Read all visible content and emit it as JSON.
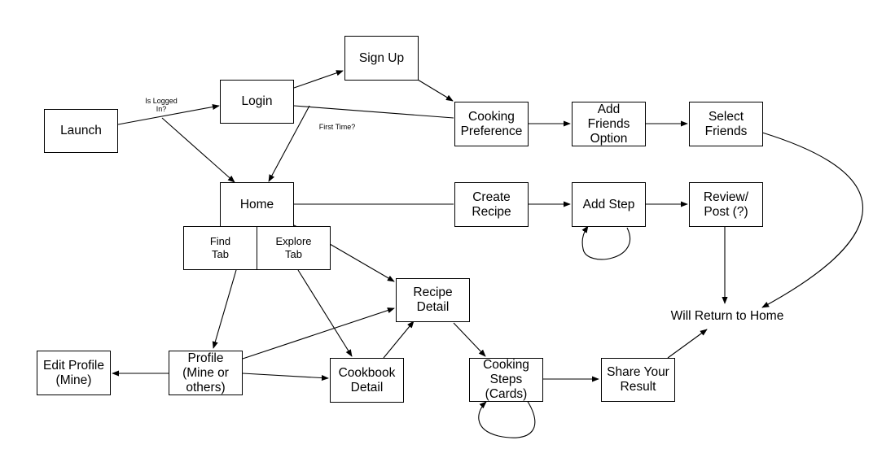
{
  "nodes": {
    "launch": "Launch",
    "login": "Login",
    "signup": "Sign Up",
    "cooking_preference": "Cooking\nPreference",
    "add_friends_option": "Add\nFriends\nOption",
    "select_friends": "Select\nFriends",
    "home": "Home",
    "find_tab": "Find\nTab",
    "explore_tab": "Explore\nTab",
    "create_recipe": "Create\nRecipe",
    "add_step": "Add Step",
    "review_post": "Review/\nPost (?)",
    "recipe_detail": "Recipe\nDetail",
    "edit_profile": "Edit Profile\n(Mine)",
    "profile": "Profile\n(Mine or\nothers)",
    "cookbook_detail": "Cookbook\nDetail",
    "cooking_steps": "Cooking\nSteps\n(Cards)",
    "share_result": "Share Your\nResult"
  },
  "labels": {
    "is_logged_in": "Is Logged\nIn?",
    "first_time": "First Time?",
    "will_return_home": "Will Return to Home"
  },
  "edges": [
    [
      "launch",
      "login"
    ],
    [
      "launch",
      "home"
    ],
    [
      "login",
      "signup"
    ],
    [
      "login",
      "home"
    ],
    [
      "login",
      "cooking_preference"
    ],
    [
      "signup",
      "cooking_preference"
    ],
    [
      "cooking_preference",
      "add_friends_option"
    ],
    [
      "add_friends_option",
      "select_friends"
    ],
    [
      "select_friends",
      "will_return_home"
    ],
    [
      "home",
      "create_recipe"
    ],
    [
      "create_recipe",
      "add_step"
    ],
    [
      "add_step",
      "add_step"
    ],
    [
      "add_step",
      "review_post"
    ],
    [
      "review_post",
      "will_return_home"
    ],
    [
      "home",
      "recipe_detail"
    ],
    [
      "find_tab",
      "profile"
    ],
    [
      "explore_tab",
      "cookbook_detail"
    ],
    [
      "profile",
      "edit_profile"
    ],
    [
      "profile",
      "recipe_detail"
    ],
    [
      "profile",
      "cookbook_detail"
    ],
    [
      "cookbook_detail",
      "recipe_detail"
    ],
    [
      "recipe_detail",
      "cooking_steps"
    ],
    [
      "cooking_steps",
      "cooking_steps"
    ],
    [
      "cooking_steps",
      "share_result"
    ],
    [
      "share_result",
      "will_return_home"
    ]
  ]
}
